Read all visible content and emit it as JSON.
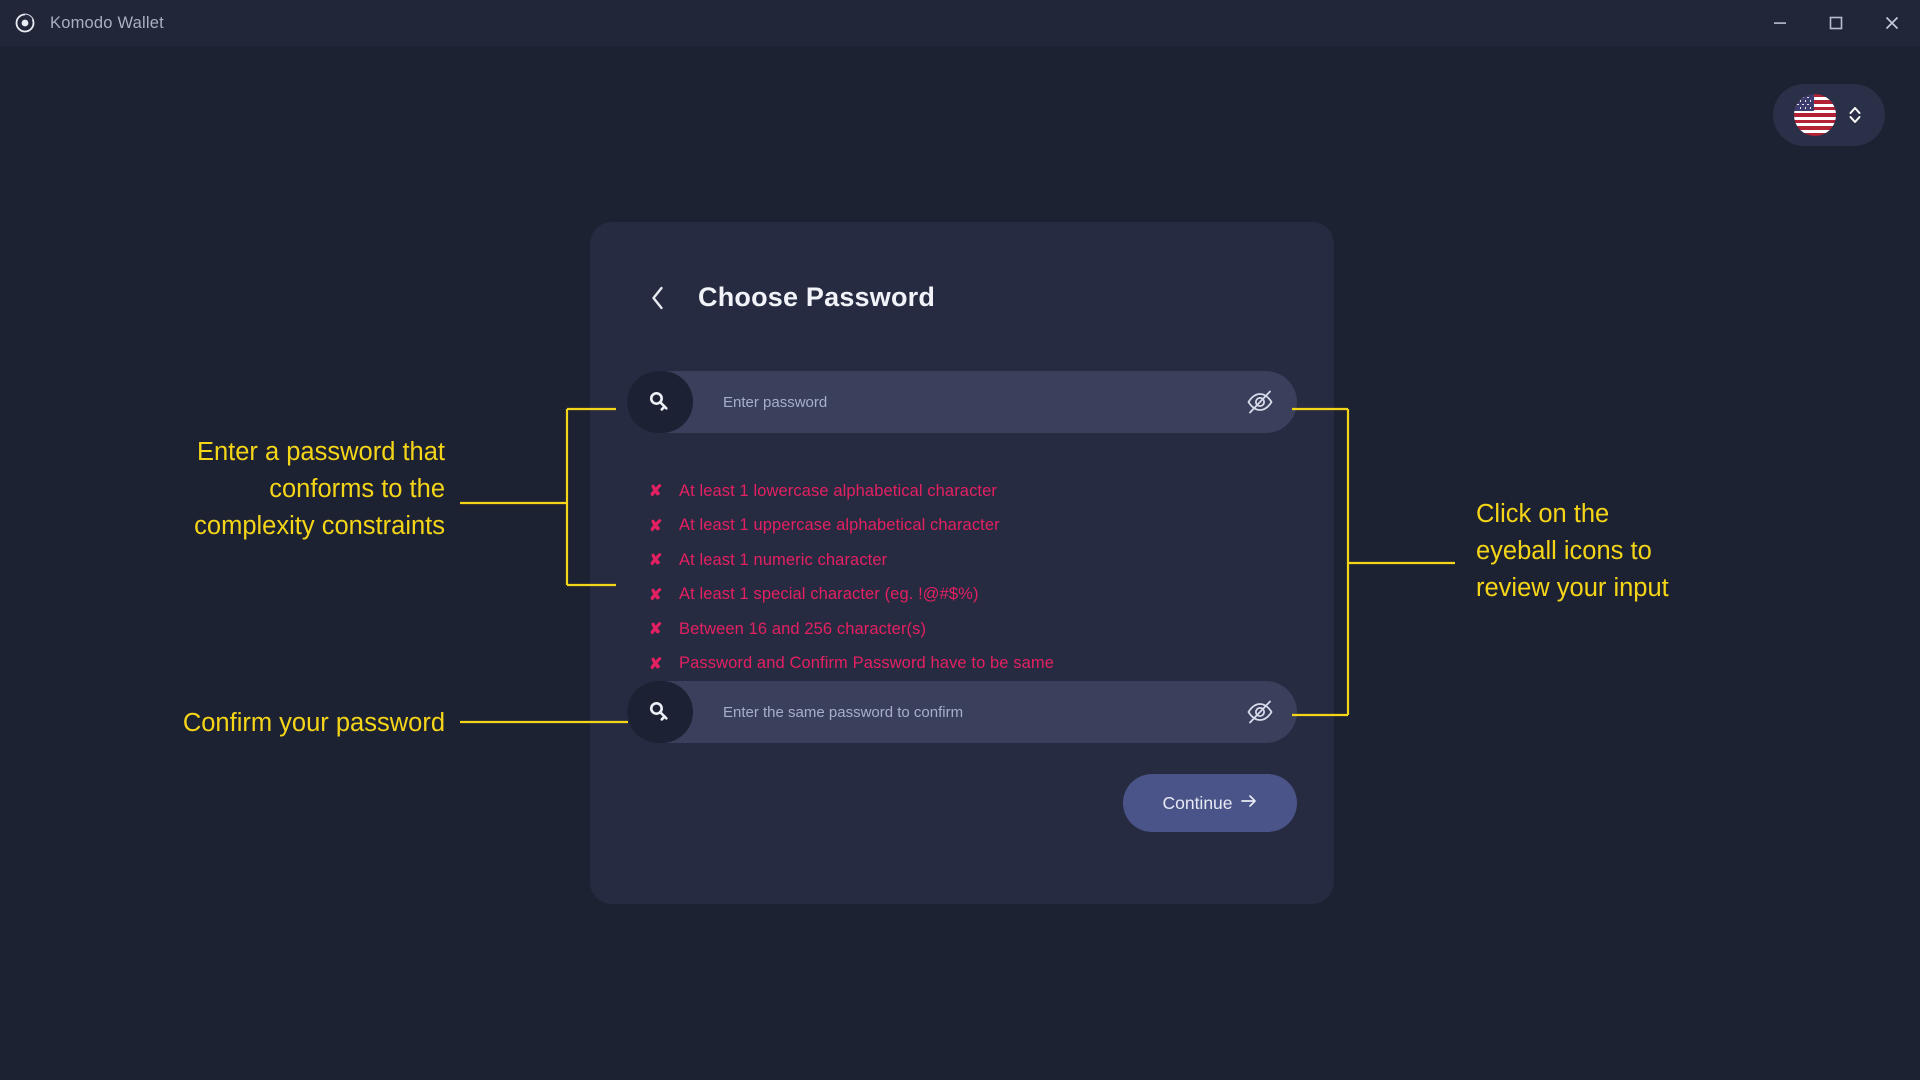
{
  "window": {
    "app_title": "Komodo Wallet",
    "logo_icon": "komodo-logo-icon",
    "controls": [
      {
        "name": "minimize",
        "glyph": "–"
      },
      {
        "name": "maximize",
        "glyph": "☐"
      },
      {
        "name": "close",
        "glyph": "✕"
      }
    ]
  },
  "language_selector": {
    "flag_icon": "us-flag-icon",
    "chevron_icon": "chevron-up-down-icon",
    "selected": "US"
  },
  "card": {
    "back_icon": "chevron-left-icon",
    "title": "Choose Password",
    "password_field": {
      "icon": "key-icon",
      "placeholder": "Enter password",
      "value": "",
      "toggle_icon": "eye-off-icon"
    },
    "confirm_field": {
      "icon": "key-icon",
      "placeholder": "Enter the same password to confirm",
      "value": "",
      "toggle_icon": "eye-off-icon"
    },
    "rules": [
      {
        "marker": "✘",
        "text": "At least 1 lowercase alphabetical character",
        "satisfied": false
      },
      {
        "marker": "✘",
        "text": "At least 1 uppercase alphabetical character",
        "satisfied": false
      },
      {
        "marker": "✘",
        "text": "At least 1 numeric character",
        "satisfied": false
      },
      {
        "marker": "✘",
        "text": "At least 1 special character (eg. !@#$%)",
        "satisfied": false
      },
      {
        "marker": "✘",
        "text": "Between 16 and 256 character(s)",
        "satisfied": false
      },
      {
        "marker": "✘",
        "text": "Password and Confirm Password have to be same",
        "satisfied": false
      }
    ],
    "continue_button": {
      "label": "Continue",
      "arrow_icon": "arrow-right-icon"
    }
  },
  "annotations": {
    "left": "Enter a password that\nconforms to the\ncomplexity constraints",
    "right": "Click on the\neyeball icons to\nreview your input",
    "confirm": "Confirm your password"
  },
  "colors": {
    "background": "#1d2232",
    "titlebar": "#212639",
    "card": "#262b41",
    "field": "#3a3f5c",
    "key_box": "#1c2133",
    "error": "#e32061",
    "annotation": "#f5d518",
    "button": "#4a5488"
  }
}
